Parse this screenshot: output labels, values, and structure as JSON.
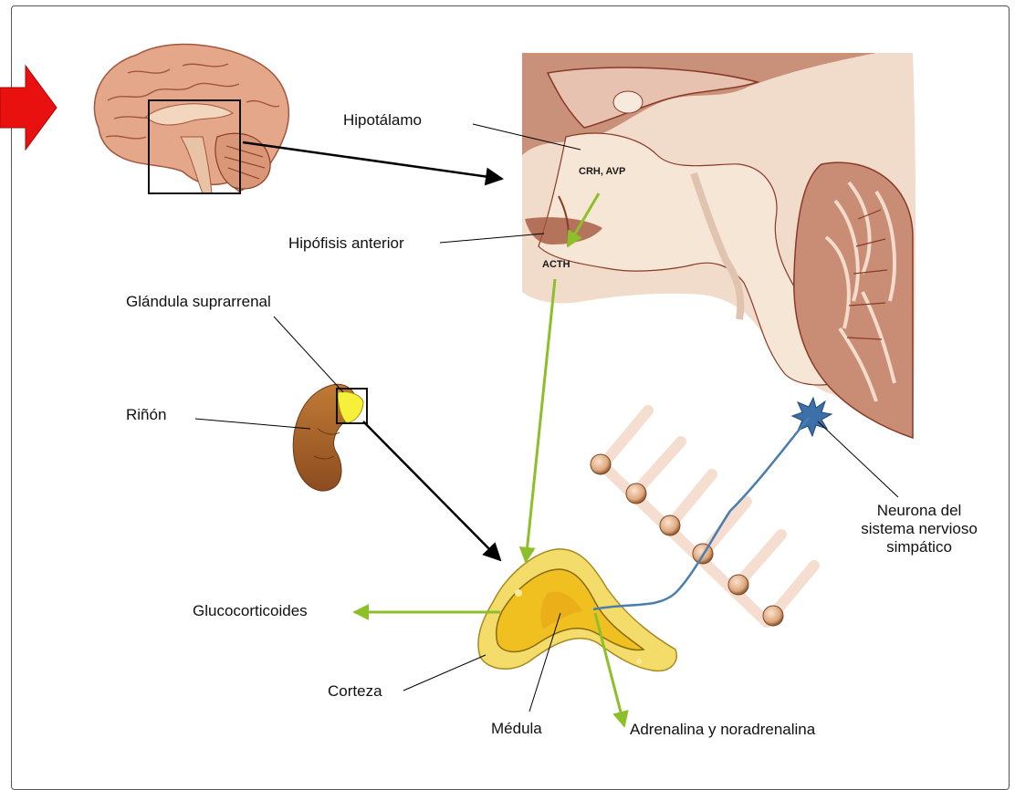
{
  "labels": {
    "hypothalamus": "Hipotálamo",
    "anterior_pituitary": "Hipófisis anterior",
    "adrenal_gland": "Glándula suprarrenal",
    "kidney": "Riñón",
    "glucocorticoids": "Glucocorticoides",
    "cortex": "Corteza",
    "medulla": "Médula",
    "adrenaline": "Adrenalina y noradrenalina",
    "neuron_line1": "Neurona del",
    "neuron_line2": "sistema nervioso",
    "neuron_line3": "simpático"
  },
  "hormones": {
    "crh_avp": "CRH, AVP",
    "acth": "ACTH"
  },
  "colors": {
    "pointer_arrow": "#e8110f",
    "hormone_flow": "#8dbf2a",
    "nerve": "#4a7db0",
    "leader": "#000000",
    "brain_tissue": "#f1dccb",
    "brain_dark": "#8a3a26",
    "kidney": "#b06a2c",
    "adrenal_cortex": "#f3dc6a",
    "adrenal_medulla": "#f0c020",
    "ganglion": "#e8b890"
  },
  "icons": [
    "brain-icon",
    "kidney-icon",
    "adrenal-gland-icon",
    "neuron-icon",
    "pointer-arrow-icon"
  ]
}
